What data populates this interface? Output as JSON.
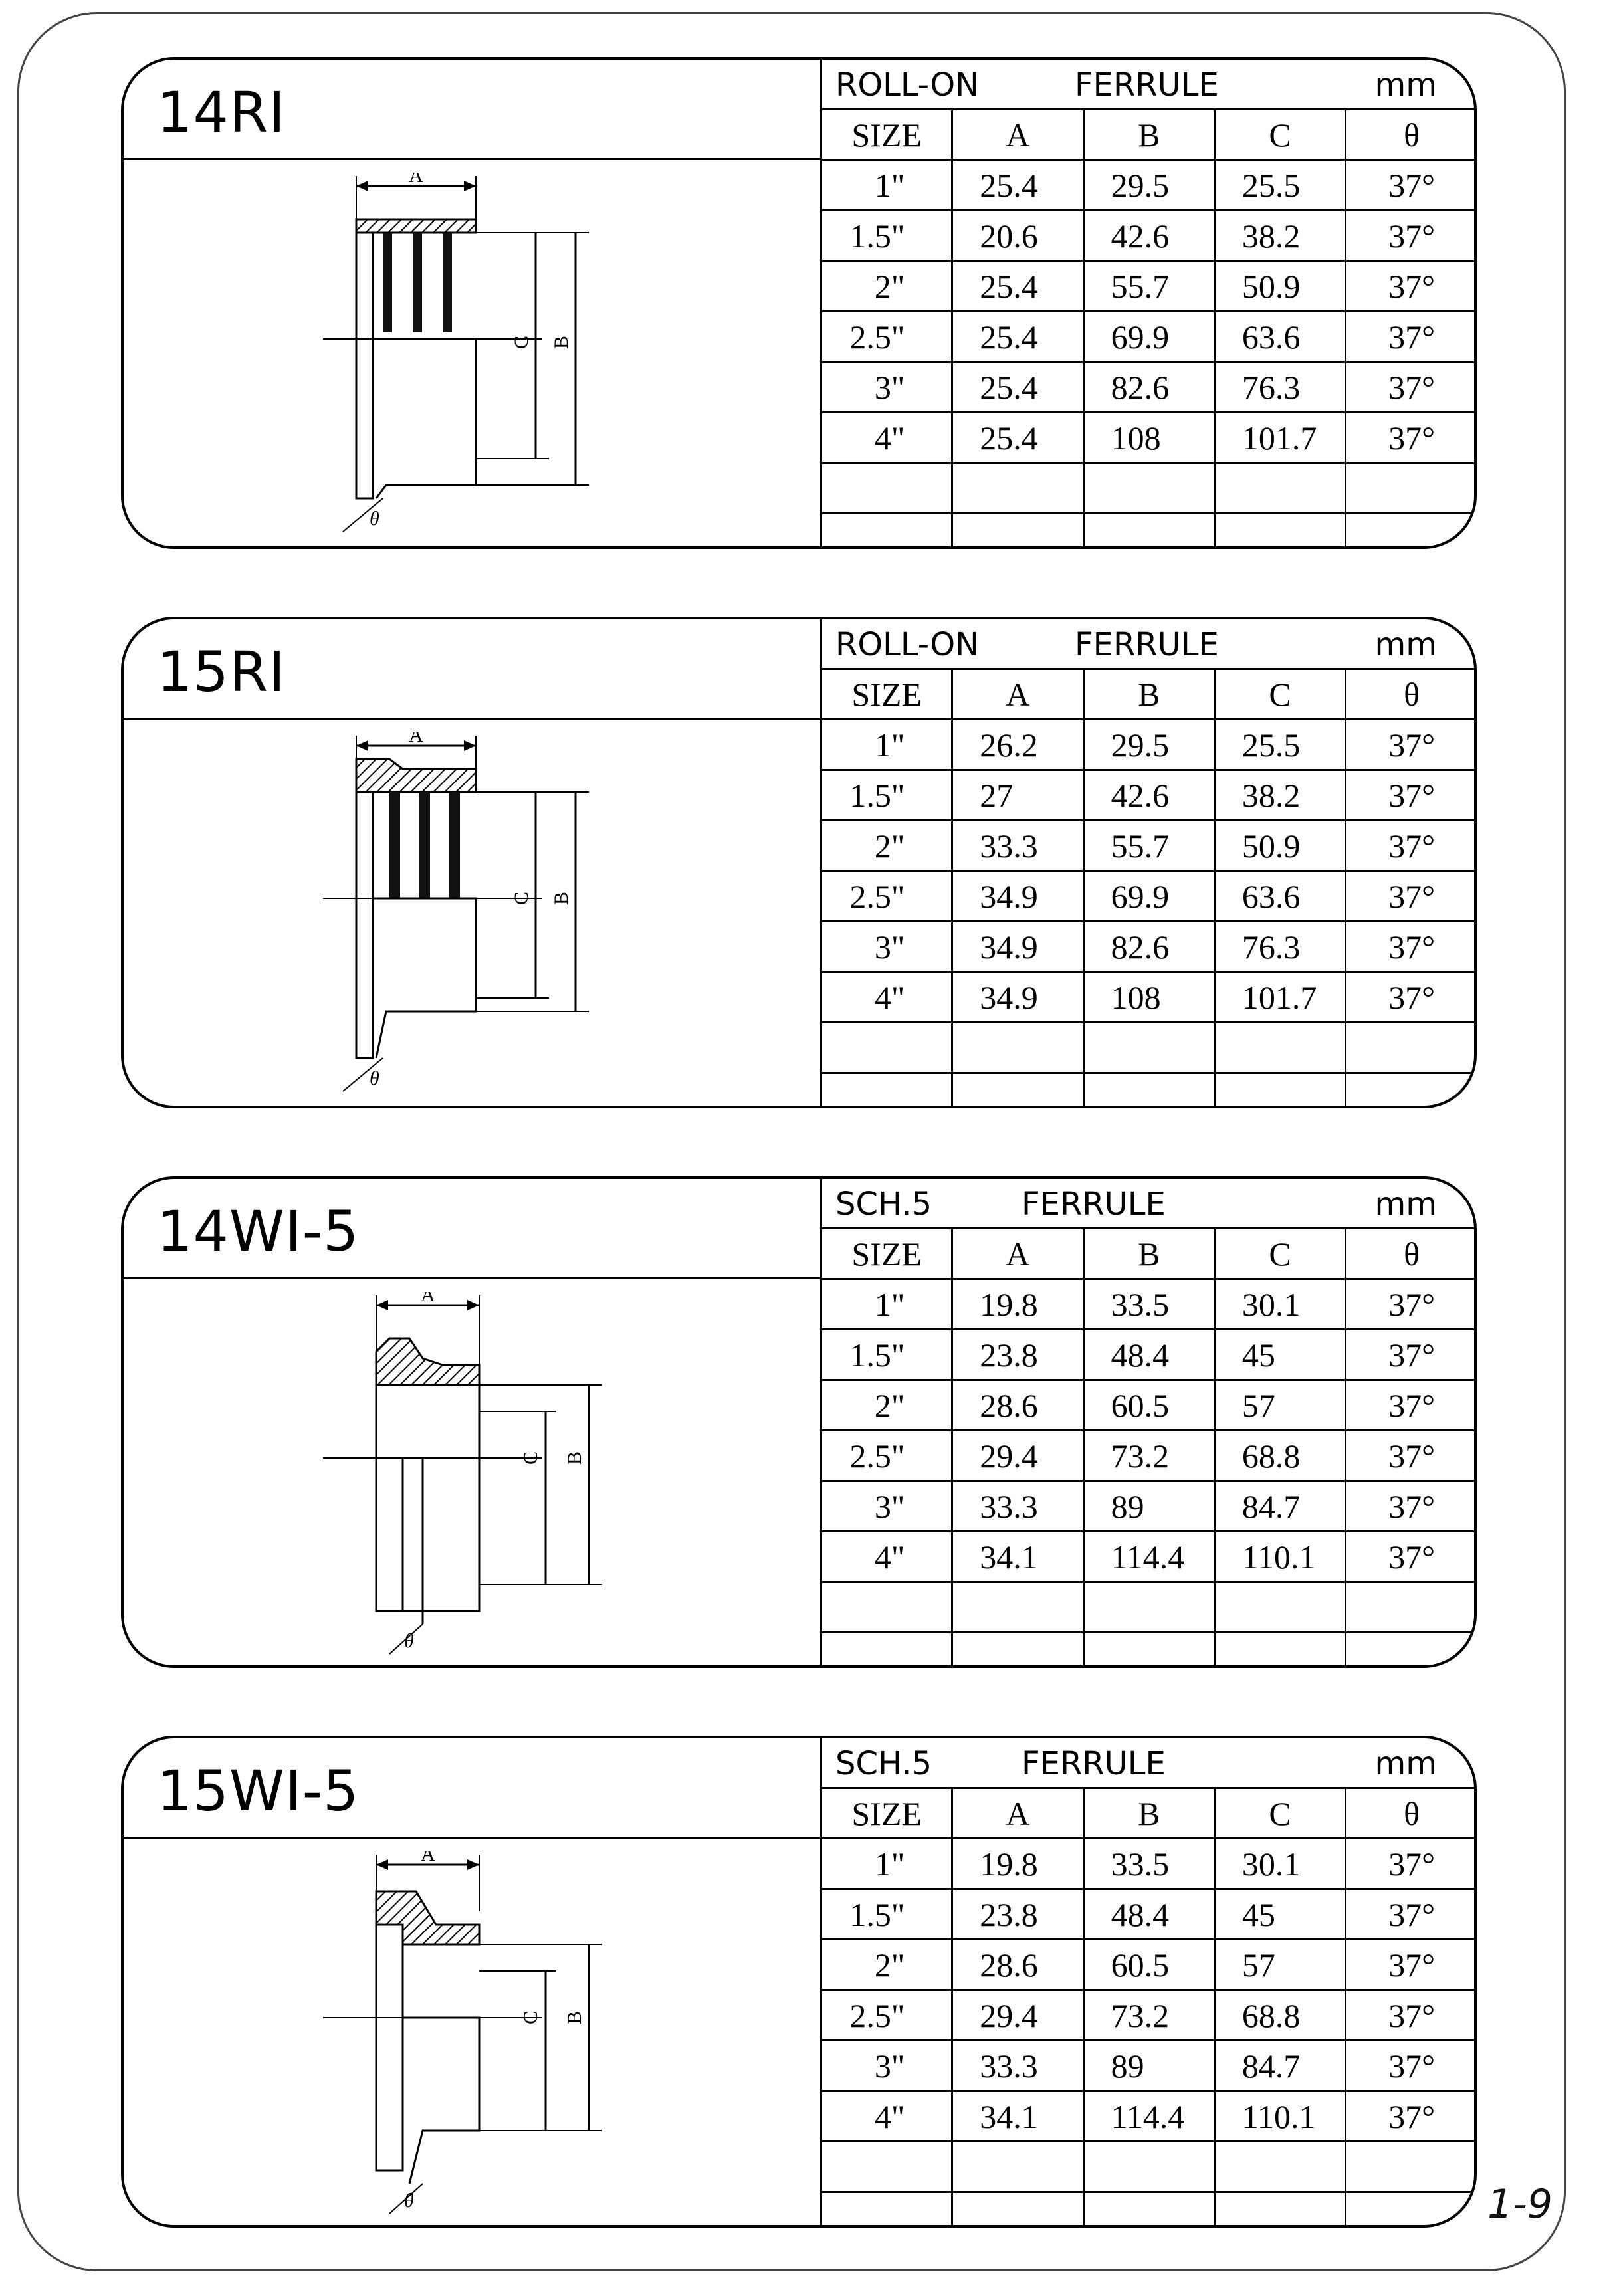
{
  "page_number": "1-9",
  "sections": [
    {
      "code": "14RI",
      "type": "ROLL-ON",
      "kind": "FERRULE",
      "unit": "mm",
      "columns": [
        "SIZE",
        "A",
        "B",
        "C",
        "θ"
      ],
      "rows": [
        [
          "1\"",
          "25.4",
          "29.5",
          "25.5",
          "37°"
        ],
        [
          "1.5\"",
          "20.6",
          "42.6",
          "38.2",
          "37°"
        ],
        [
          "2\"",
          "25.4",
          "55.7",
          "50.9",
          "37°"
        ],
        [
          "2.5\"",
          "25.4",
          "69.9",
          "63.6",
          "37°"
        ],
        [
          "3\"",
          "25.4",
          "82.6",
          "76.3",
          "37°"
        ],
        [
          "4\"",
          "25.4",
          "108",
          "101.7",
          "37°"
        ]
      ],
      "drawing": {
        "a": "A",
        "b": "B",
        "c": "C",
        "theta": "θ"
      }
    },
    {
      "code": "15RI",
      "type": "ROLL-ON",
      "kind": "FERRULE",
      "unit": "mm",
      "columns": [
        "SIZE",
        "A",
        "B",
        "C",
        "θ"
      ],
      "rows": [
        [
          "1\"",
          "26.2",
          "29.5",
          "25.5",
          "37°"
        ],
        [
          "1.5\"",
          "27",
          "42.6",
          "38.2",
          "37°"
        ],
        [
          "2\"",
          "33.3",
          "55.7",
          "50.9",
          "37°"
        ],
        [
          "2.5\"",
          "34.9",
          "69.9",
          "63.6",
          "37°"
        ],
        [
          "3\"",
          "34.9",
          "82.6",
          "76.3",
          "37°"
        ],
        [
          "4\"",
          "34.9",
          "108",
          "101.7",
          "37°"
        ]
      ],
      "drawing": {
        "a": "A",
        "b": "B",
        "c": "C",
        "theta": "θ"
      }
    },
    {
      "code": "14WI-5",
      "type": "SCH.5",
      "kind": "FERRULE",
      "unit": "mm",
      "columns": [
        "SIZE",
        "A",
        "B",
        "C",
        "θ"
      ],
      "rows": [
        [
          "1\"",
          "19.8",
          "33.5",
          "30.1",
          "37°"
        ],
        [
          "1.5\"",
          "23.8",
          "48.4",
          "45",
          "37°"
        ],
        [
          "2\"",
          "28.6",
          "60.5",
          "57",
          "37°"
        ],
        [
          "2.5\"",
          "29.4",
          "73.2",
          "68.8",
          "37°"
        ],
        [
          "3\"",
          "33.3",
          "89",
          "84.7",
          "37°"
        ],
        [
          "4\"",
          "34.1",
          "114.4",
          "110.1",
          "37°"
        ]
      ],
      "drawing": {
        "a": "A",
        "b": "B",
        "c": "C",
        "theta": "θ"
      }
    },
    {
      "code": "15WI-5",
      "type": "SCH.5",
      "kind": "FERRULE",
      "unit": "mm",
      "columns": [
        "SIZE",
        "A",
        "B",
        "C",
        "θ"
      ],
      "rows": [
        [
          "1\"",
          "19.8",
          "33.5",
          "30.1",
          "37°"
        ],
        [
          "1.5\"",
          "23.8",
          "48.4",
          "45",
          "37°"
        ],
        [
          "2\"",
          "28.6",
          "60.5",
          "57",
          "37°"
        ],
        [
          "2.5\"",
          "29.4",
          "73.2",
          "68.8",
          "37°"
        ],
        [
          "3\"",
          "33.3",
          "89",
          "84.7",
          "37°"
        ],
        [
          "4\"",
          "34.1",
          "114.4",
          "110.1",
          "37°"
        ]
      ],
      "drawing": {
        "a": "A",
        "b": "B",
        "c": "C",
        "theta": "θ"
      }
    }
  ]
}
